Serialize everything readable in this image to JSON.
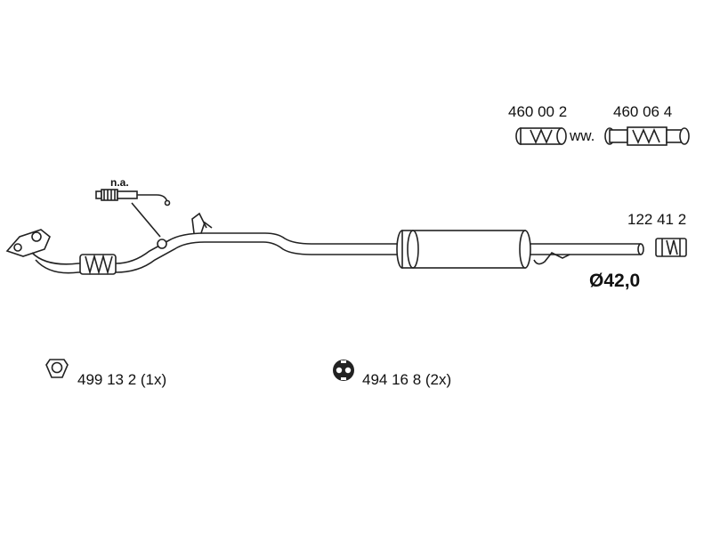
{
  "not_available_label": "n.a.",
  "connectors": [
    {
      "part_no": "460 00 2"
    },
    {
      "part_no": "460 06 4"
    }
  ],
  "connector_joiner": "ww.",
  "clamp_part_no": "122 41 2",
  "diameter_label": "Ø42,0",
  "gasket_part": "499 13 2 (1x)",
  "hanger_part": "494 16 8 (2x)"
}
